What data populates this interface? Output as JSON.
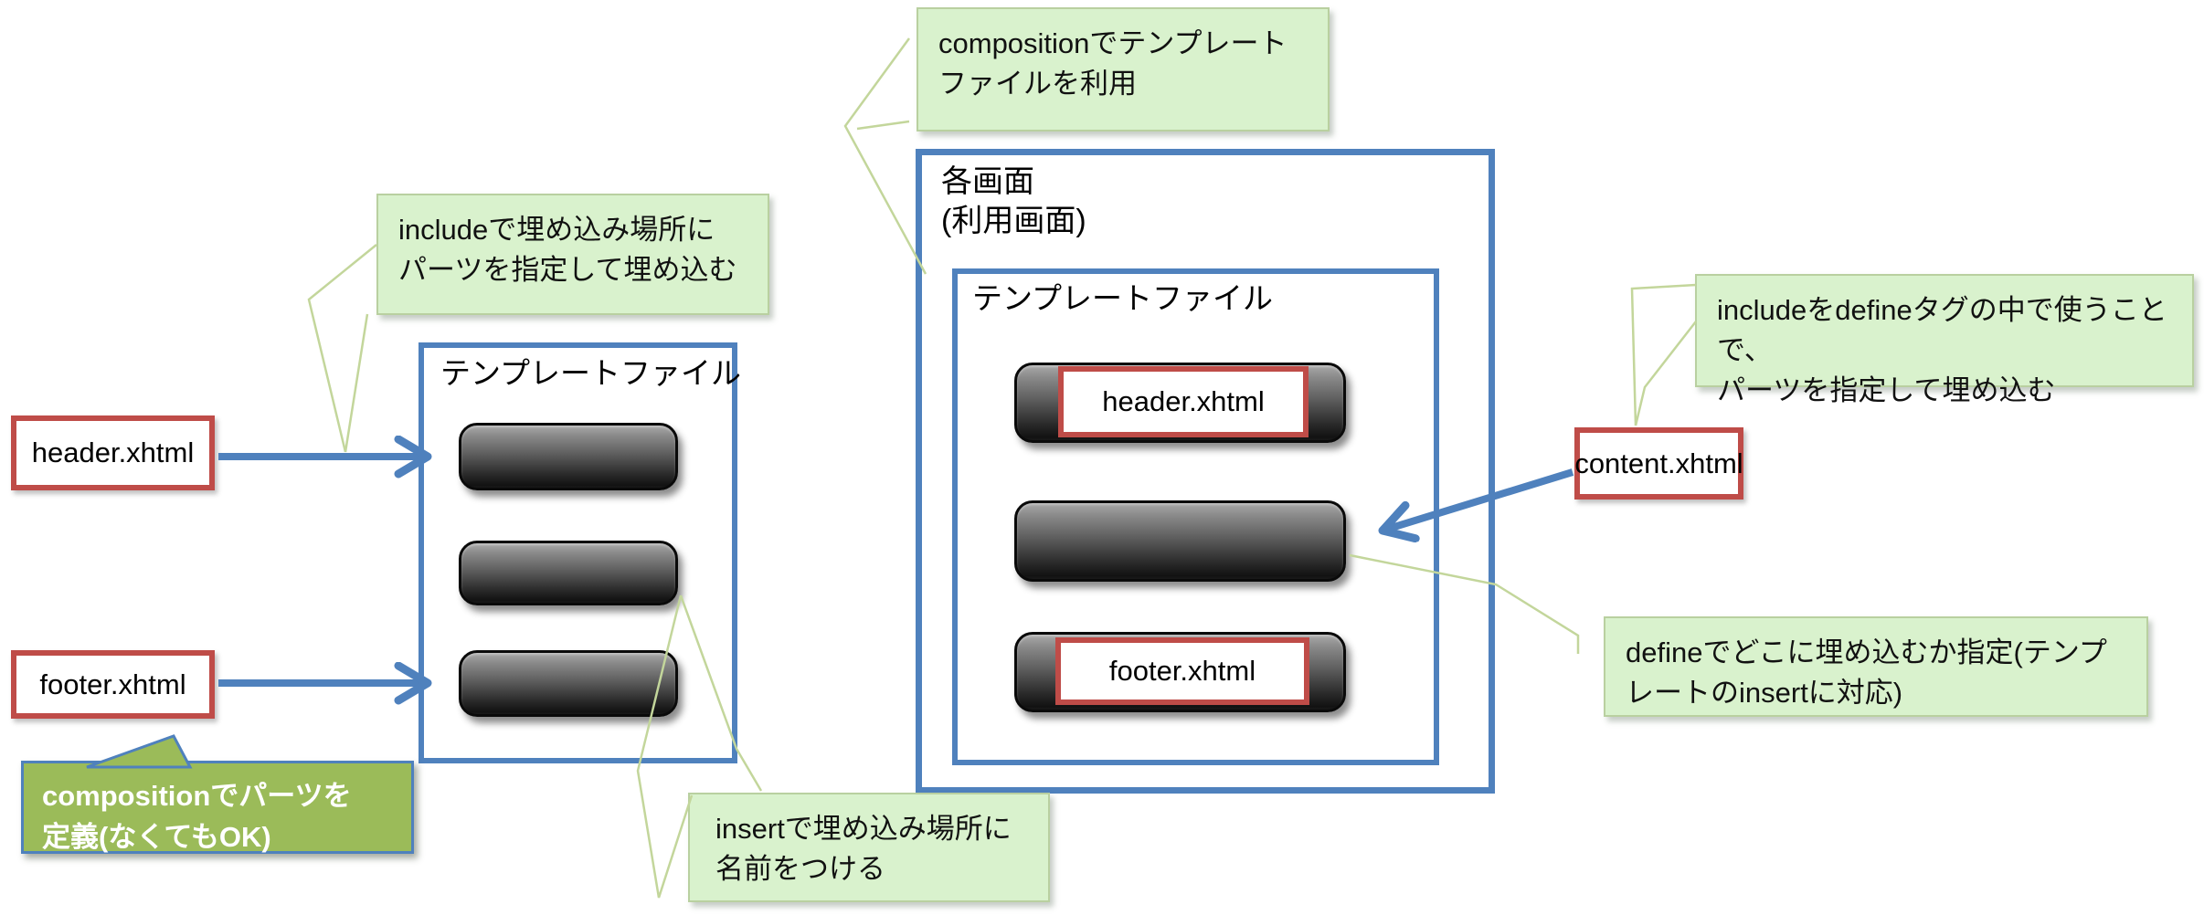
{
  "colors": {
    "accent_blue": "#4f81bd",
    "callout_green_fill": "#d9f2cd",
    "callout_green_border": "#b9d0a0",
    "olive_fill": "#9bbb59",
    "red_border": "#bf4c48",
    "leader_line": "#c3d69b",
    "pill_dark": "#1a1a1a",
    "text_black": "#111111",
    "text_white": "#ffffff"
  },
  "callouts": {
    "composition_use": {
      "text": "compositionでテンプレート\nファイルを利用"
    },
    "include_left": {
      "text": "includeで埋め込み場所に\nパーツを指定して埋め込む"
    },
    "composition_define": {
      "text": "compositionでパーツを\n定義(なくてもOK)"
    },
    "insert_name": {
      "text": "insertで埋め込み場所に\n名前をつける"
    },
    "include_define": {
      "text": "includeをdefineタグの中で使うことで、\nパーツを指定して埋め込む"
    },
    "define_where": {
      "text": "defineでどこに埋め込むか指定(テンプ\nレートのinsertに対応)"
    }
  },
  "files": {
    "header": {
      "label": "header.xhtml"
    },
    "footer": {
      "label": "footer.xhtml"
    },
    "content": {
      "label": "content.xhtml"
    }
  },
  "left_template": {
    "title": "テンプレートファイル"
  },
  "screen": {
    "title": "各画面\n(利用画面)",
    "template": {
      "title": "テンプレートファイル",
      "header_slot_label": "header.xhtml",
      "footer_slot_label": "footer.xhtml"
    }
  }
}
